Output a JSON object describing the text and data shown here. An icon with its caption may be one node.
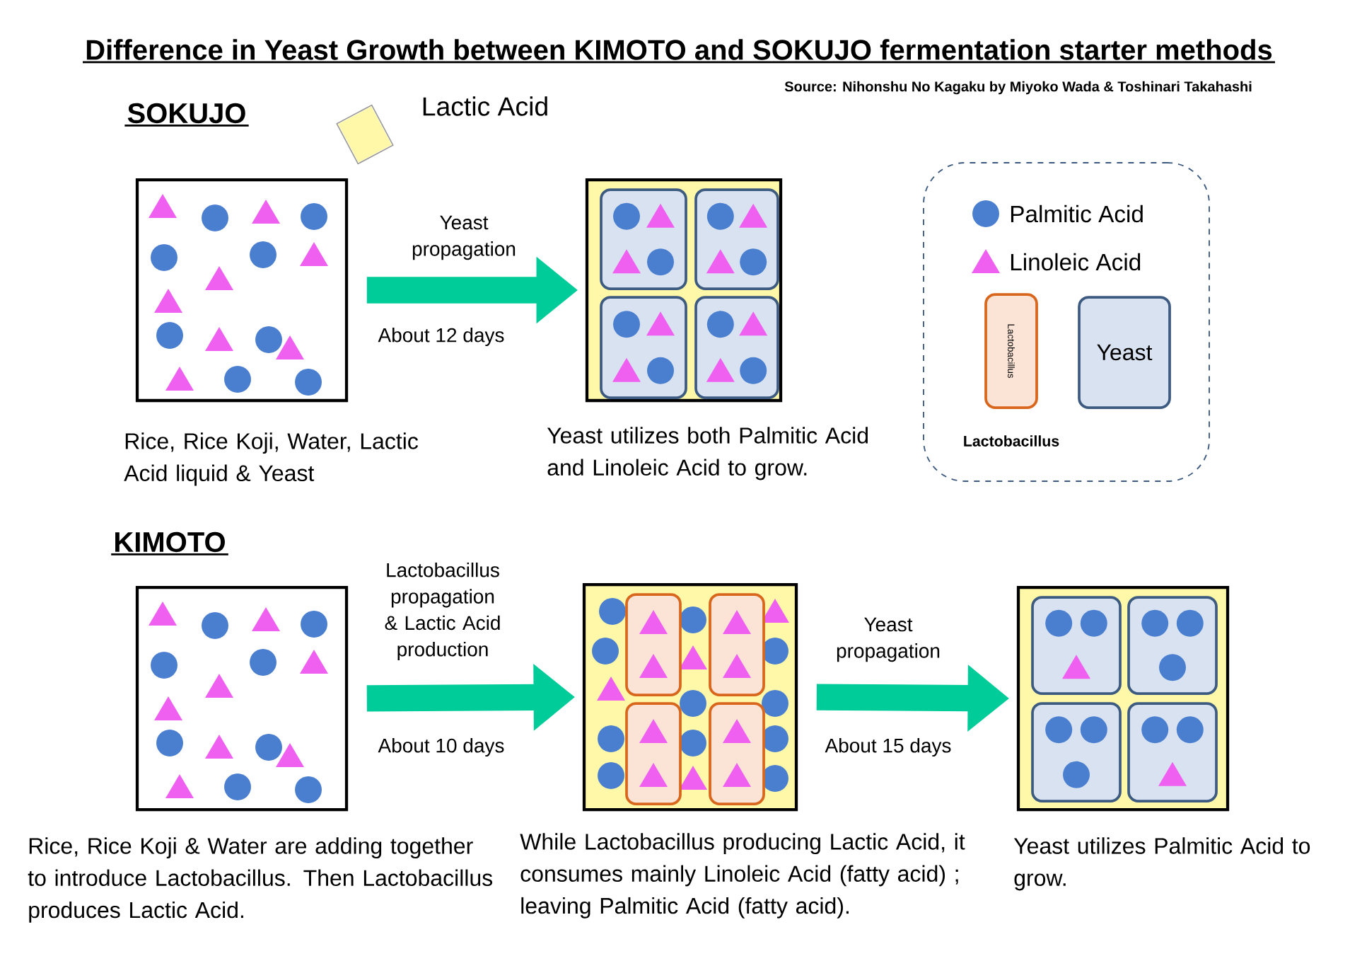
{
  "diagram": {
    "title": "Difference in Yeast Growth between KIMOTO and SOKUJO fermentation starter methods",
    "nodes": [
      {
        "text": [],
        "shape": "box",
        "beside": [
          "Rice, Rice Koji, Water, Lactic Acid liquid & Yeast"
        ]
      },
      {
        "text": [],
        "shape": "box",
        "beside": [
          "Yeast utilizes both Palmitic Acid and Linoleic Acid to grow."
        ]
      },
      {
        "text": [],
        "shape": "box",
        "in": 1
      },
      {
        "text": [],
        "shape": "box",
        "in": 1
      },
      {
        "text": [],
        "shape": "box",
        "in": 1
      },
      {
        "text": [],
        "shape": "box",
        "in": 1
      },
      {
        "text": [],
        "shape": "box"
      },
      {
        "text": [
          "Lactobacillus"
        ],
        "in": 6,
        "beside": [
          "Lactobacillus"
        ]
      },
      {
        "text": [
          "Yeast"
        ],
        "in": 6
      },
      {
        "text": [],
        "shape": "box",
        "beside": [
          "Rice, Rice Koji & Water are adding together to introduce Lactobacillus. Then Lactobacillus produces Lactic Acid."
        ]
      },
      {
        "text": [],
        "shape": "box",
        "beside": [
          "While Lactobacillus producing Lactic Acid, it consumes mainly Linoleic Acid (fatty acid) ; leaving Palmitic Acid (fatty acid)."
        ]
      },
      {
        "text": [],
        "shape": "box",
        "in": 10
      },
      {
        "text": [],
        "shape": "box",
        "in": 10
      },
      {
        "text": [],
        "shape": "box",
        "in": 10
      },
      {
        "text": [],
        "shape": "box",
        "in": 10
      },
      {
        "text": [],
        "shape": "box",
        "beside": [
          "Yeast utilizes Palmitic Acid to grow."
        ]
      },
      {
        "text": [],
        "shape": "box",
        "in": 15
      },
      {
        "text": [],
        "shape": "box",
        "in": 15
      },
      {
        "text": [],
        "shape": "box",
        "in": 15
      },
      {
        "text": [],
        "shape": "box",
        "in": 15
      }
    ],
    "edges": [
      {
        "from": 0,
        "to": 1,
        "arrow": "to",
        "label": "Yeast propagation"
      },
      {
        "from": 9,
        "to": 10,
        "arrow": "to",
        "label": "Lactobacillus propagation & Lactic Acid production"
      },
      {
        "from": 10,
        "to": 15,
        "arrow": "to",
        "label": "Yeast propagation"
      }
    ],
    "labels": [
      "Source: Nihonshu No Kagaku by Miyoko Wada & Toshinari Takahashi",
      "SOKUJO",
      "Lactic Acid",
      "About 12 days",
      "KIMOTO",
      "About 10 days",
      "About 15 days"
    ],
    "legend": [
      {
        "text": "Palmitic Acid"
      },
      {
        "text": "Linoleic Acid"
      }
    ]
  }
}
